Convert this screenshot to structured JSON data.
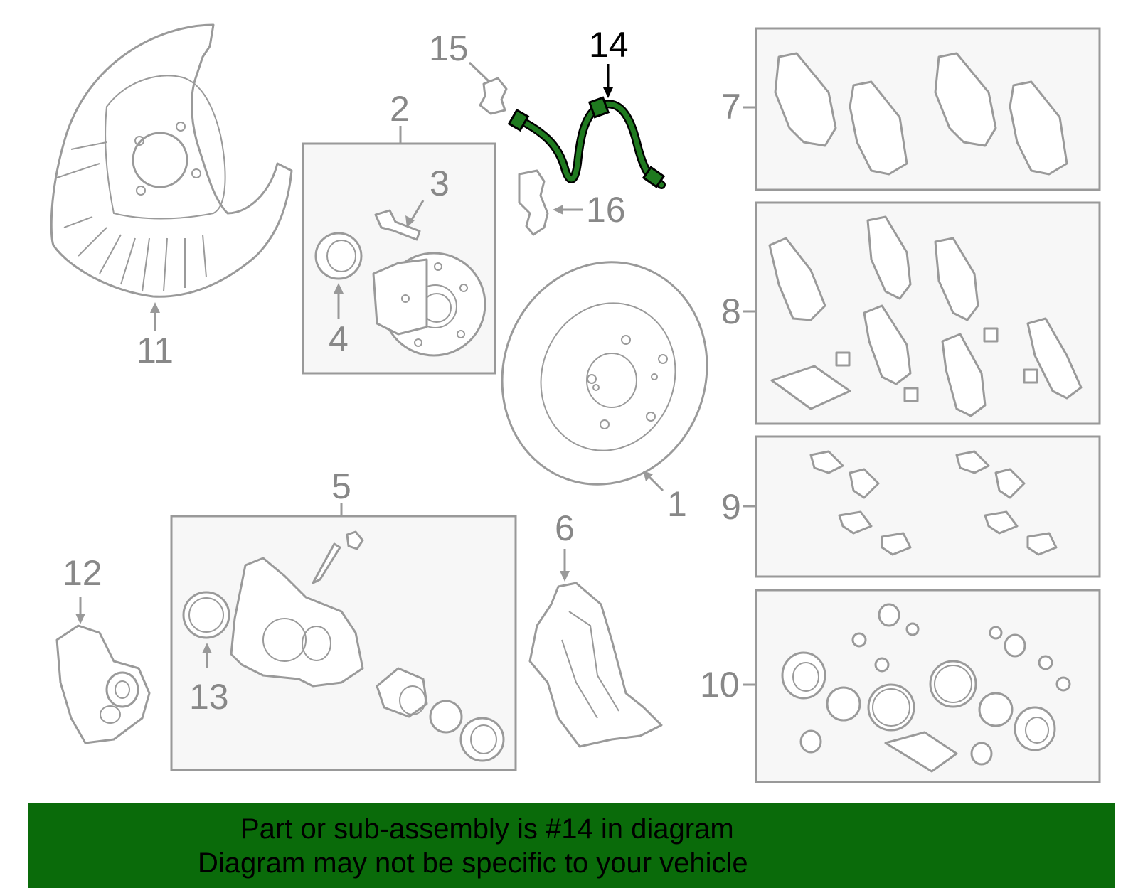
{
  "diagram": {
    "callouts": [
      "1",
      "2",
      "3",
      "4",
      "5",
      "6",
      "7",
      "8",
      "9",
      "10",
      "11",
      "12",
      "13",
      "14",
      "15",
      "16"
    ],
    "highlighted_part": "14",
    "highlight_color": "#1f7a1f",
    "part_color": "#9a9a9a"
  },
  "footer": {
    "line1": "Part or sub-assembly is #14 in diagram",
    "line2": "Diagram may not be specific to your vehicle",
    "background": "#0a6b0a"
  }
}
